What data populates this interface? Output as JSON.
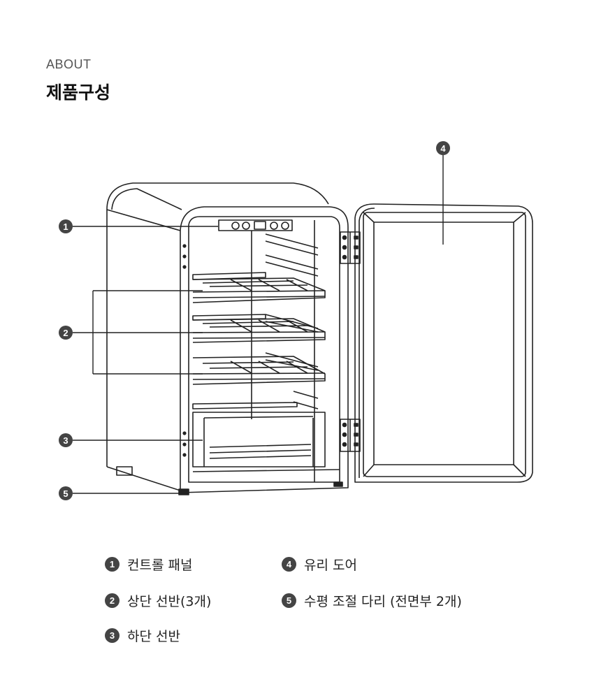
{
  "header": {
    "eyebrow": "ABOUT",
    "title": "제품구성"
  },
  "callouts": [
    "1",
    "2",
    "3",
    "4",
    "5"
  ],
  "legend": [
    {
      "number": "1",
      "label": "컨트롤 패널"
    },
    {
      "number": "2",
      "label": "상단 선반(3개)"
    },
    {
      "number": "3",
      "label": "하단 선반"
    },
    {
      "number": "4",
      "label": "유리 도어"
    },
    {
      "number": "5",
      "label": "수평 조절 다리 (전면부 2개)"
    }
  ],
  "colors": {
    "line": "#222222",
    "badge": "#444444"
  }
}
